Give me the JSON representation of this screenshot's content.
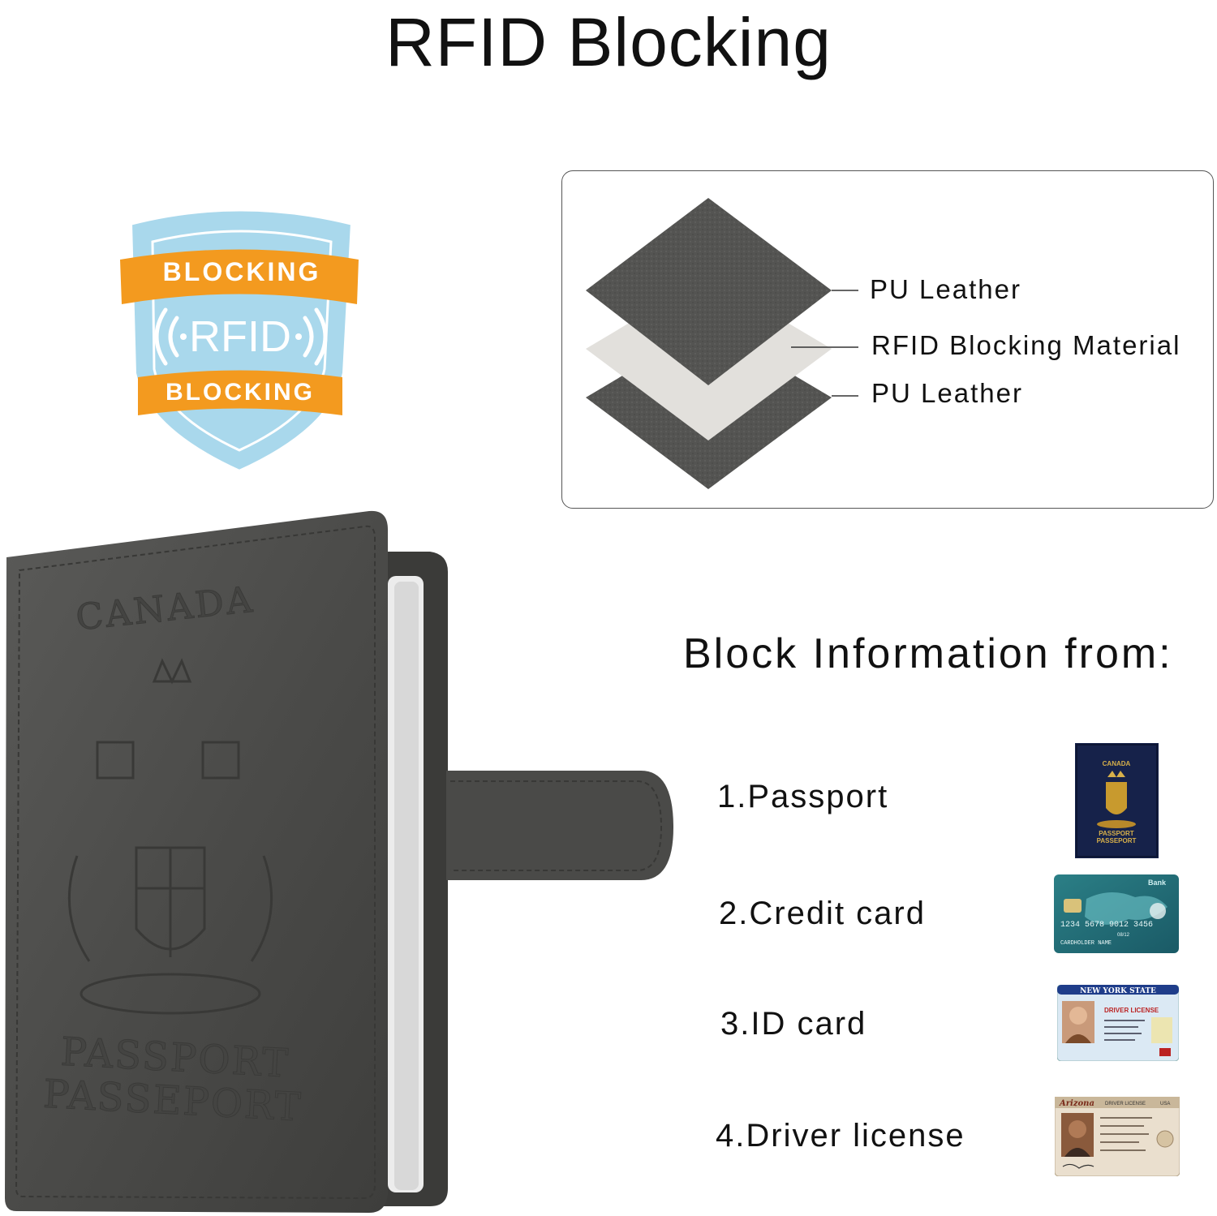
{
  "title": "RFID Blocking",
  "badge": {
    "top_ribbon": "BLOCKING",
    "center": "RFID",
    "bottom_ribbon": "BLOCKING",
    "colors": {
      "shield": "#a9d8ec",
      "shield_border": "#ffffff",
      "ribbon": "#f39a1f",
      "text": "#ffffff"
    }
  },
  "layers": [
    {
      "label": "PU Leather"
    },
    {
      "label": "RFID Blocking Material"
    },
    {
      "label": "PU Leather"
    }
  ],
  "wallet": {
    "country": "CANADA",
    "line1": "PASSPORT",
    "line2": "PASSEPORT",
    "color": "#4a4a48"
  },
  "block_heading": "Block Information from:",
  "items": [
    {
      "label": "1.Passport",
      "icon": "passport-icon"
    },
    {
      "label": "2.Credit card",
      "icon": "credit-card-icon"
    },
    {
      "label": "3.ID card",
      "icon": "id-card-icon"
    },
    {
      "label": "4.Driver license",
      "icon": "driver-license-icon"
    }
  ],
  "thumbs": {
    "passport": {
      "country": "CANADA",
      "line1": "PASSPORT",
      "line2": "PASSEPORT"
    },
    "credit_card": {
      "bank": "Bank",
      "number": "1234 5678 9012 3456",
      "expiry": "08/12",
      "holder": "CARDHOLDER NAME"
    },
    "id_card": {
      "state": "NEW YORK STATE",
      "type": "DRIVER LICENSE"
    },
    "driver_license": {
      "state": "Arizona",
      "type": "DRIVER LICENSE",
      "country": "USA"
    }
  }
}
